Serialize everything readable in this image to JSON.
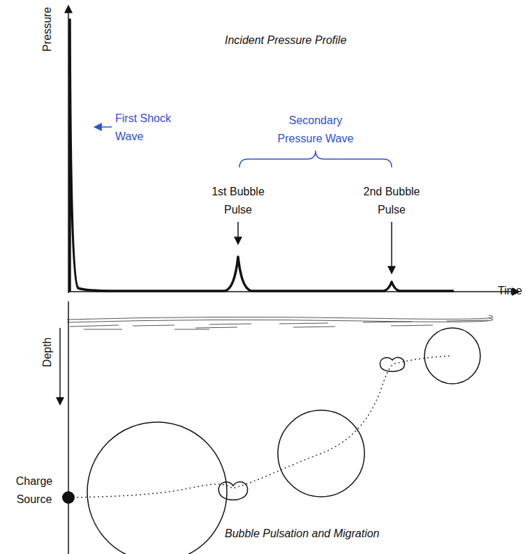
{
  "diagram": {
    "labels": [
      "Incident Pressure Profile",
      "Pressure",
      "First Shock Wave",
      "Secondary Pressure Wave",
      "1st Bubble Pulse",
      "2nd Bubble Pulse",
      "Time",
      "Depth",
      "Charge Source",
      "Bubble Pulsation and Migration"
    ]
  }
}
